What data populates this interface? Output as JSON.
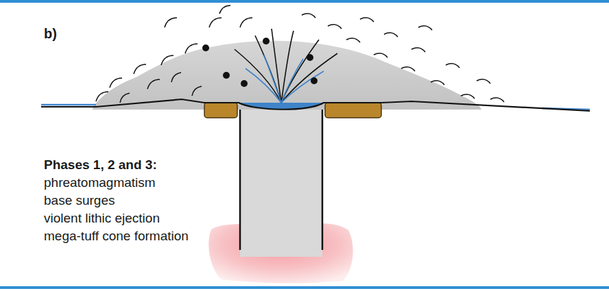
{
  "diagram": {
    "labels": [
      "b)",
      "Phases 1, 2 and 3:",
      "phreatomagmatism",
      "base surges",
      "violent lithic ejection",
      "mega-tuff cone formation"
    ]
  }
}
